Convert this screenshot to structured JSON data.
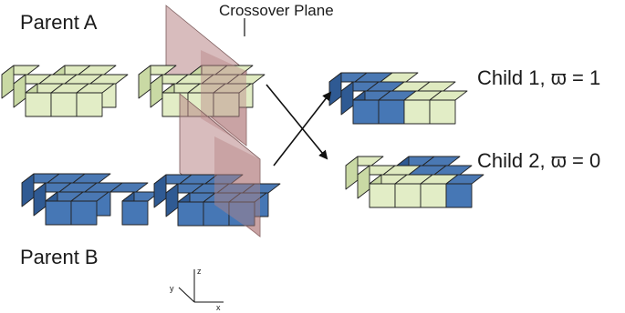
{
  "labels": {
    "parent_a": "Parent A",
    "parent_b": "Parent B",
    "crossover_plane": "Crossover Plane",
    "child_1": "Child 1,  ϖ = 1",
    "child_2": "Child 2,  ϖ = 0"
  },
  "axes": {
    "z": "z",
    "y": "y",
    "x": "x"
  },
  "colors": {
    "green_top": "#dfeac0",
    "green_left": "#c9d9a4",
    "green_front": "#e2edc6",
    "blue_top": "#4a78b3",
    "blue_left": "#2f5a93",
    "blue_front": "#4677b5",
    "plane_fill": "#b88586",
    "edge": "#222222"
  }
}
